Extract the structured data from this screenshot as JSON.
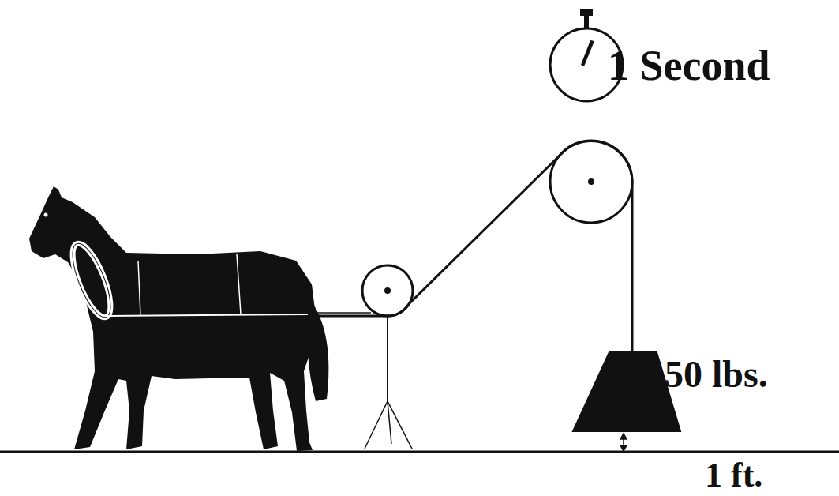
{
  "diagram": {
    "labels": [
      "1 Second",
      "550 lbs.",
      "1 ft."
    ]
  }
}
